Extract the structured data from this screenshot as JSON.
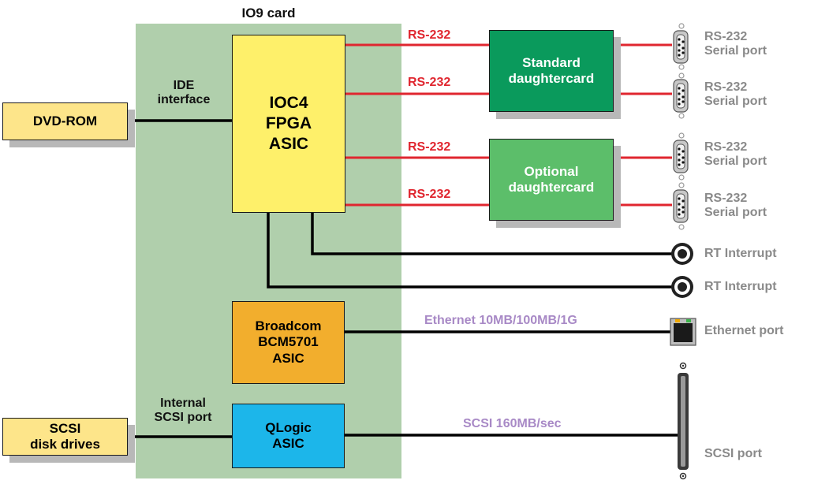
{
  "card": {
    "title": "IO9 card"
  },
  "chips": {
    "ioc4": [
      "IOC4",
      "FPGA",
      "ASIC"
    ],
    "broadcom": [
      "Broadcom",
      "BCM5701",
      "ASIC"
    ],
    "qlogic": [
      "QLogic",
      "ASIC"
    ]
  },
  "devices": {
    "dvd": "DVD-ROM",
    "scsi_drives": [
      "SCSI",
      "disk drives"
    ]
  },
  "daughtercards": {
    "standard": [
      "Standard",
      "daughtercard"
    ],
    "optional": [
      "Optional",
      "daughtercard"
    ]
  },
  "links": {
    "ide": [
      "IDE",
      "interface"
    ],
    "internal_scsi": [
      "Internal",
      "SCSI port"
    ],
    "rs232": [
      "RS-232",
      "RS-232",
      "RS-232",
      "RS-232"
    ],
    "ethernet": "Ethernet 10MB/100MB/1G",
    "scsi_bus": "SCSI 160MB/sec"
  },
  "ports": {
    "serial": [
      [
        "RS-232",
        "Serial port"
      ],
      [
        "RS-232",
        "Serial port"
      ],
      [
        "RS-232",
        "Serial port"
      ],
      [
        "RS-232",
        "Serial port"
      ]
    ],
    "rt": [
      "RT Interrupt",
      "RT Interrupt"
    ],
    "ethernet": "Ethernet port",
    "scsi": "SCSI port"
  },
  "colors": {
    "card_bg": "#b0cfac",
    "rs232_line": "#e0262f",
    "bus_label": "#a889c6",
    "port_label": "#8a8a8a"
  },
  "icons": [
    "serial-port-icon",
    "rt-interrupt-connector-icon",
    "ethernet-port-icon",
    "scsi-connector-icon"
  ]
}
